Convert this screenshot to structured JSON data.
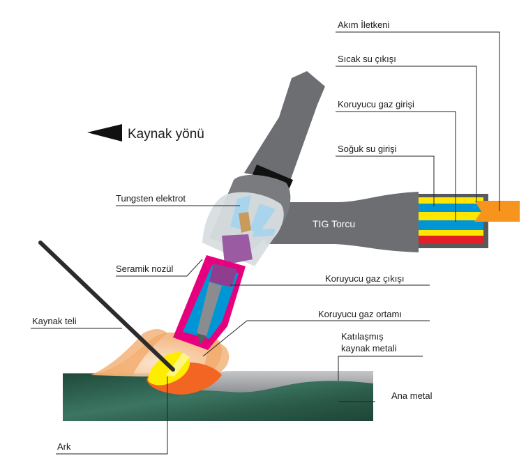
{
  "direction_label": "Kaynak yönü",
  "torch_label": "TIG Torcu",
  "labels": {
    "akim_iletkeni": "Akım İletkeni",
    "sicak_su_cikisi": "Sıcak su çıkışı",
    "koruyucu_gaz_girisi": "Koruyucu gaz girişi",
    "soguk_su_girisi": "Soğuk su girişi",
    "tungsten_elektrot": "Tungsten elektrot",
    "seramik_nozul": "Seramik nozül",
    "koruyucu_gaz_cikisi": "Koruyucu gaz çıkışı",
    "koruyucu_gaz_ortami": "Koruyucu gaz ortamı",
    "katilasmis_line1": "Katılaşmış",
    "katilasmis_line2": "kaynak metali",
    "kaynak_teli": "Kaynak teli",
    "ana_metal": "Ana metal",
    "ark": "Ark"
  },
  "colors": {
    "torch_body": "#6d6e71",
    "handle": "#5a5b5e",
    "cup": "#d8dde0",
    "nozzle": "#e6007e",
    "gas": "#0096d6",
    "collet": "#8e3d8f",
    "electrode_tip": "#c99a5b",
    "water_hot": "#e31e24",
    "water_cold": "#ffe600",
    "conductor": "#f7941d",
    "base_metal": "#2f5e4c",
    "weld_bead": "#a7a9ac",
    "arc": "#ffed00",
    "pool": "#f26522",
    "shield_gas": "#f6c69a"
  }
}
